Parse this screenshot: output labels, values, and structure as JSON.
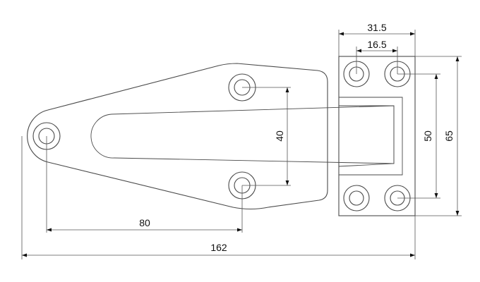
{
  "dimensions": {
    "overall_length": "162",
    "hole_offset": "80",
    "hole_spacing": "40",
    "plate_width": "31.5",
    "plate_hole_spacing": "16.5",
    "plate_vertical_spacing": "50",
    "plate_height": "65"
  },
  "colors": {
    "outline": "#4a4a4a",
    "dimension": "#555555",
    "text": "#111111"
  }
}
